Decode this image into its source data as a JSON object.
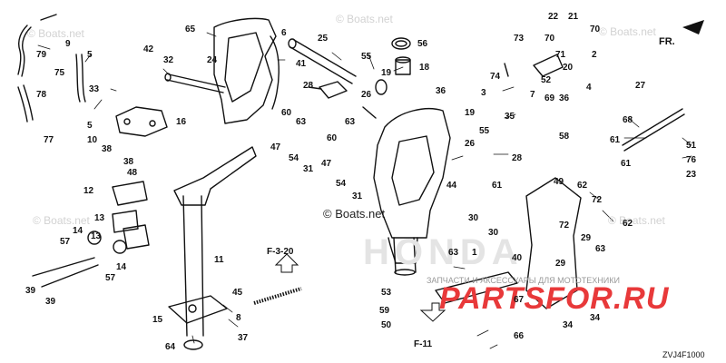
{
  "diagram": {
    "watermark": "© Boats.net",
    "front_label": "FR.",
    "drawing_code": "ZVJ4F1000",
    "ref_upper": "F-3-20",
    "ref_lower": "F-11",
    "brand_watermark": "PARTSFOR.RU",
    "brand_tagline": "ЗАПЧАСТИ И АКСЕССУАРЫ ДЛЯ МОТОТЕХНИКИ",
    "brand_logo": "HONDA",
    "part_numbers": [
      "79",
      "9",
      "5",
      "75",
      "78",
      "5",
      "10",
      "77",
      "42",
      "32",
      "33",
      "24",
      "65",
      "6",
      "41",
      "16",
      "38",
      "38",
      "48",
      "12",
      "13",
      "14",
      "57",
      "13",
      "14",
      "57",
      "39",
      "39",
      "11",
      "45",
      "8",
      "15",
      "64",
      "37",
      "25",
      "55",
      "56",
      "19",
      "18",
      "28",
      "26",
      "60",
      "47",
      "63",
      "54",
      "31",
      "60",
      "47",
      "63",
      "54",
      "31",
      "36",
      "74",
      "73",
      "22",
      "21",
      "70",
      "71",
      "52",
      "20",
      "70",
      "2",
      "27",
      "7",
      "69",
      "36",
      "4",
      "3",
      "35",
      "19",
      "55",
      "26",
      "28",
      "44",
      "61",
      "68",
      "61",
      "61",
      "51",
      "76",
      "23",
      "58",
      "49",
      "62",
      "72",
      "72",
      "62",
      "63",
      "29",
      "29",
      "30",
      "30",
      "63",
      "1",
      "40",
      "66",
      "67",
      "53",
      "59",
      "50",
      "34",
      "34"
    ]
  }
}
